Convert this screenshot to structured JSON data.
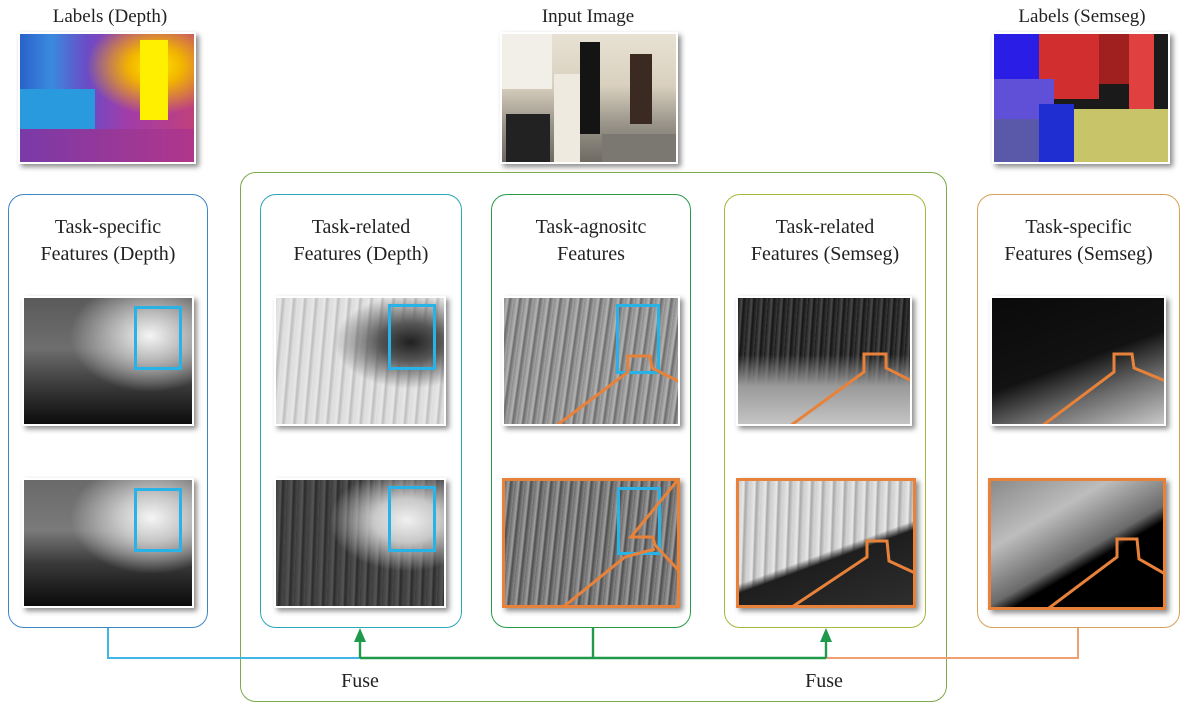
{
  "labels": {
    "depth_labels": "Labels (Depth)",
    "input_image": "Input Image",
    "semseg_labels": "Labels (Semseg)"
  },
  "panels": {
    "ts_depth_line1": "Task-specific",
    "ts_depth_line2": "Features (Depth)",
    "tr_depth_line1": "Task-related",
    "tr_depth_line2": "Features (Depth)",
    "ta_line1": "Task-agnositc",
    "ta_line2": "Features",
    "tr_semseg_line1": "Task-related",
    "tr_semseg_line2": "Features (Semseg)",
    "ts_semseg_line1": "Task-specific",
    "ts_semseg_line2": "Features (Semseg)"
  },
  "fuse": {
    "left": "Fuse",
    "right": "Fuse"
  },
  "colors": {
    "depth_branch": "#3d86c6",
    "tr_depth_border": "#2aa7b8",
    "ta_border": "#2a9a4a",
    "tr_semseg_border": "#a6b83a",
    "ts_semseg_border": "#d6a05a",
    "outer_border": "#7aaa4a",
    "cyan_box": "#29b2e6",
    "orange_outline": "#e8823a",
    "fuse_arrow": "#1e9a4a",
    "orange_line": "#f0a070"
  }
}
